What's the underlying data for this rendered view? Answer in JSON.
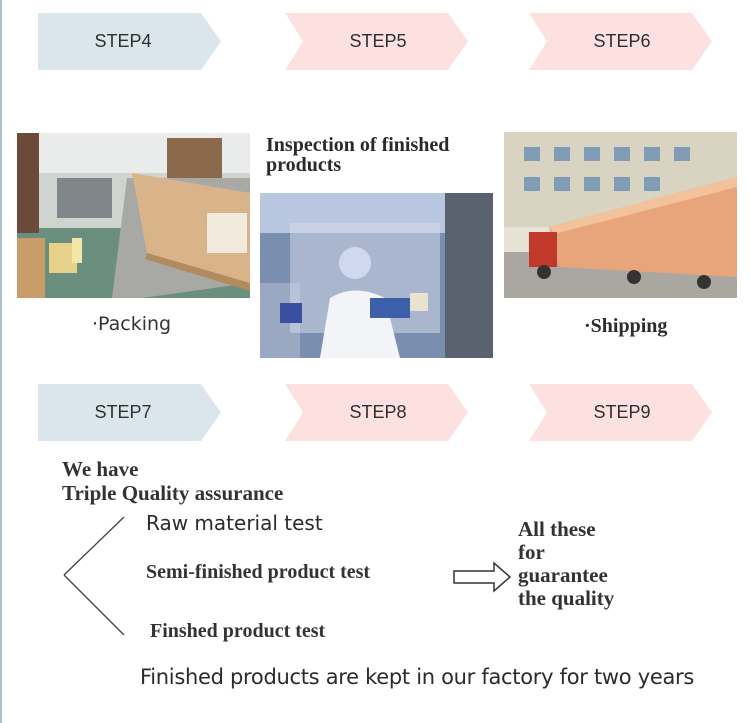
{
  "colors": {
    "step_blue": "#dbe6ec",
    "step_pink": "#fde1e1",
    "left_rule": "#a9c3d8"
  },
  "steps_row1": [
    "STEP4",
    "STEP5",
    "STEP6"
  ],
  "steps_row2": [
    "STEP7",
    "STEP8",
    "STEP9"
  ],
  "photos": {
    "packing_caption": "·Packing",
    "inspection_title": "Inspection of finished products",
    "shipping_caption": "·Shipping"
  },
  "quality": {
    "heading_line1": "We have",
    "heading_line2": "Triple Quality assurance",
    "test_raw": "Raw material test",
    "test_semi": "Semi-finished product test",
    "test_finished": "Finshed product test",
    "guarantee_line1": "All these",
    "guarantee_line2": "for",
    "guarantee_line3": "guarantee",
    "guarantee_line4": "the quality"
  },
  "footer": {
    "note": "Finished products are kept in our factory for two years"
  }
}
